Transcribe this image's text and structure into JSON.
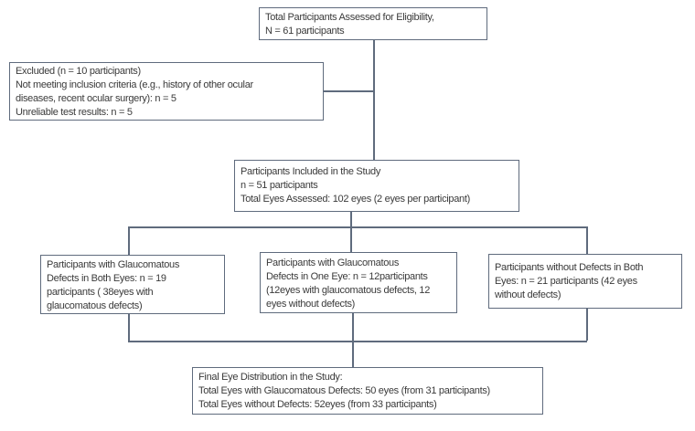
{
  "diagram": {
    "kind": "flowchart",
    "boxes": {
      "assessed": {
        "lines": [
          "Total Participants Assessed for Eligibility,",
          "N = 61 participants"
        ]
      },
      "excluded": {
        "lines": [
          "Excluded (n = 10 participants)",
          "Not meeting inclusion criteria (e.g., history of other ocular",
          "diseases, recent ocular surgery): n = 5",
          "Unreliable test results: n = 5"
        ]
      },
      "included": {
        "lines": [
          "Participants Included in the Study",
          "n = 51 participants",
          "Total Eyes Assessed: 102 eyes (2 eyes per participant)"
        ]
      },
      "defects_both_eyes": {
        "lines": [
          "Participants with Glaucomatous",
          "Defects in Both Eyes: n = 19",
          "participants ( 38eyes with",
          "glaucomatous defects)"
        ]
      },
      "defects_one_eye": {
        "lines": [
          "Participants with Glaucomatous",
          "Defects in One Eye: n = 12participants",
          "(12eyes with glaucomatous defects, 12",
          "eyes without defects)"
        ]
      },
      "no_defects": {
        "lines": [
          "Participants without Defects in Both",
          "Eyes: n = 21 participants (42 eyes",
          "without defects)"
        ]
      },
      "final_distribution": {
        "lines": [
          "Final Eye Distribution in the Study:",
          "Total Eyes with Glaucomatous Defects: 50 eyes (from 31 participants)",
          "Total Eyes without Defects: 52eyes (from 33 participants)"
        ]
      }
    },
    "colors": {
      "line": "#5f6b7d",
      "text": "#3a3a3a",
      "background": "#ffffff"
    }
  }
}
